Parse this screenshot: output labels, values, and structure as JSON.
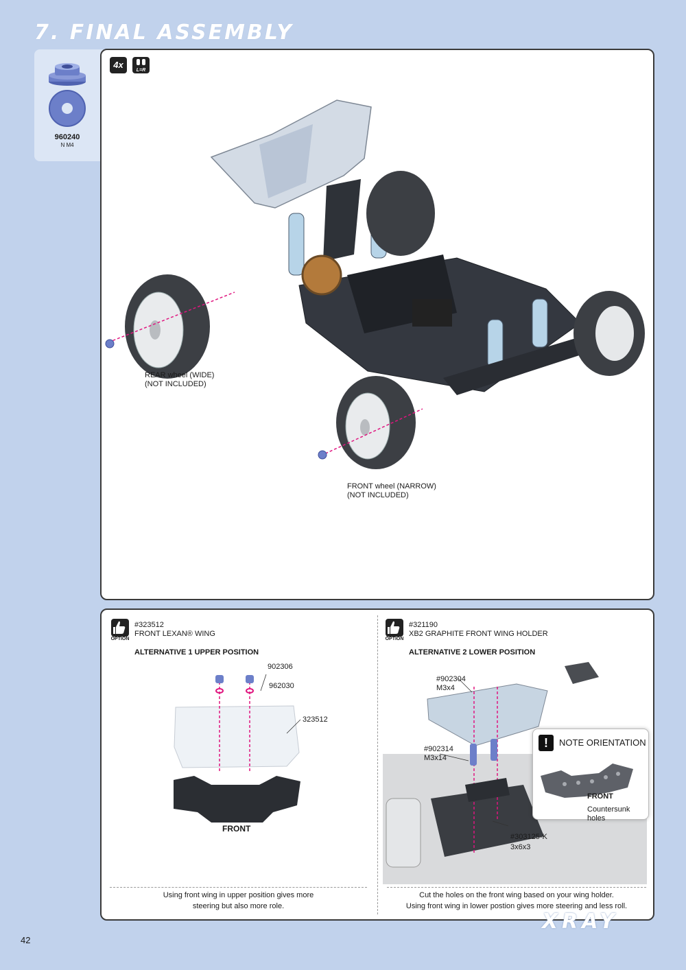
{
  "header": {
    "section_title": "7. FINAL ASSEMBLY"
  },
  "parts": {
    "code": "960240",
    "spec": "N M4"
  },
  "main": {
    "quantity_badge": "4x",
    "rear_wheel_label": [
      "REAR wheel (WIDE)",
      "(NOT INCLUDED)"
    ],
    "front_wheel_label": [
      "FRONT wheel (NARROW)",
      "(NOT INCLUDED)"
    ]
  },
  "option_left": {
    "icon_text": "OPTION",
    "part_number": "#323512",
    "part_name": "FRONT LEXAN® WING",
    "heading": "ALTERNATIVE 1 UPPER POSITION",
    "callouts": {
      "screw": "902306",
      "washer": "962030",
      "wing": "323512"
    },
    "front_mark": "FRONT",
    "caption": [
      "Using front wing in upper position gives more",
      "steering but also more role."
    ]
  },
  "option_right": {
    "icon_text": "OPTION",
    "part_number": "#321190",
    "part_name": "XB2 GRAPHITE FRONT WING HOLDER",
    "heading": "ALTERNATIVE 2 LOWER POSITION",
    "callout_a": {
      "code": "#902304",
      "size": "M3x4"
    },
    "callout_b": {
      "code": "#902314",
      "size": "M3x14"
    },
    "callout_c": {
      "code": "#303125-K",
      "size": "3x6x3"
    },
    "note_title": "NOTE ORIENTATION",
    "front_mark": "FRONT",
    "countersunk": "Countersunk holes",
    "caption": [
      "Cut the holes on the front wing based on your wing holder.",
      "Using front wing in lower postion gives more steering and less roll."
    ]
  },
  "footer": {
    "page_number": "42",
    "brand": "XRAY"
  },
  "colors": {
    "background": "#c1d2ec",
    "accent_arrow": "#e0157f",
    "nut_blue": "#6c7fc9"
  }
}
